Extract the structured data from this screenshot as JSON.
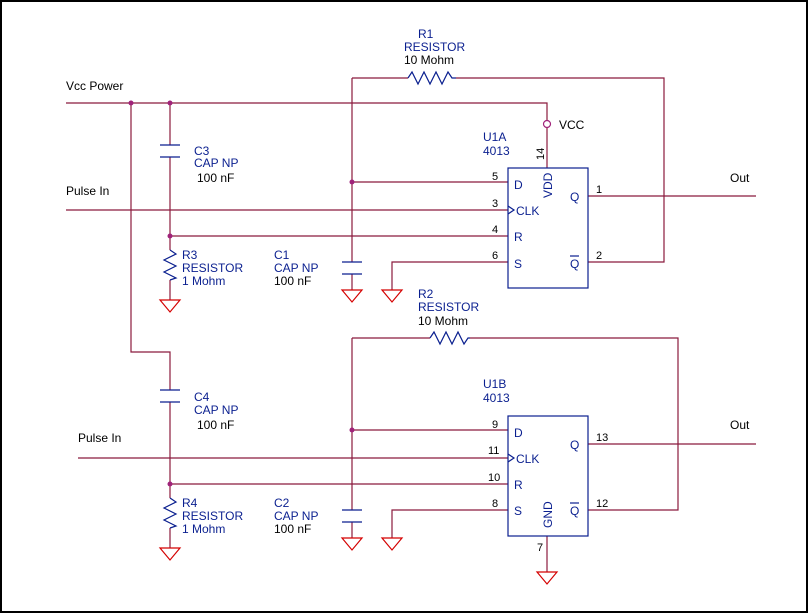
{
  "nets": {
    "vcc_power": "Vcc Power",
    "pulse_in_top": "Pulse In",
    "pulse_in_bottom": "Pulse In",
    "out_top": "Out",
    "out_bottom": "Out",
    "vcc": "VCC"
  },
  "components": {
    "R1": {
      "ref": "R1",
      "type": "RESISTOR",
      "value": "10 Mohm"
    },
    "R2": {
      "ref": "R2",
      "type": "RESISTOR",
      "value": "10 Mohm"
    },
    "R3": {
      "ref": "R3",
      "type": "RESISTOR",
      "value": "1 Mohm"
    },
    "R4": {
      "ref": "R4",
      "type": "RESISTOR",
      "value": "1 Mohm"
    },
    "C1": {
      "ref": "C1",
      "type": "CAP NP",
      "value": "100 nF"
    },
    "C2": {
      "ref": "C2",
      "type": "CAP NP",
      "value": "100 nF"
    },
    "C3": {
      "ref": "C3",
      "type": "CAP NP",
      "value": "100 nF"
    },
    "C4": {
      "ref": "C4",
      "type": "CAP NP",
      "value": "100 nF"
    }
  },
  "chips": {
    "U1A": {
      "ref": "U1A",
      "part": "4013",
      "pin_names": {
        "D": "D",
        "CLK": "CLK",
        "R": "R",
        "S": "S",
        "Q": "Q",
        "QB": "Q",
        "VDD": "VDD"
      },
      "pins": {
        "D": "5",
        "CLK": "3",
        "R": "4",
        "S": "6",
        "Q": "1",
        "QB": "2",
        "VDD": "14"
      }
    },
    "U1B": {
      "ref": "U1B",
      "part": "4013",
      "pin_names": {
        "D": "D",
        "CLK": "CLK",
        "R": "R",
        "S": "S",
        "Q": "Q",
        "QB": "Q",
        "GND": "GND"
      },
      "pins": {
        "D": "9",
        "CLK": "11",
        "R": "10",
        "S": "8",
        "Q": "13",
        "QB": "12",
        "GND": "7"
      }
    }
  },
  "colors": {
    "wire": "#8b1a3d",
    "component": "#0a1f8f",
    "ground": "#d40000",
    "junction": "#a0237a"
  }
}
